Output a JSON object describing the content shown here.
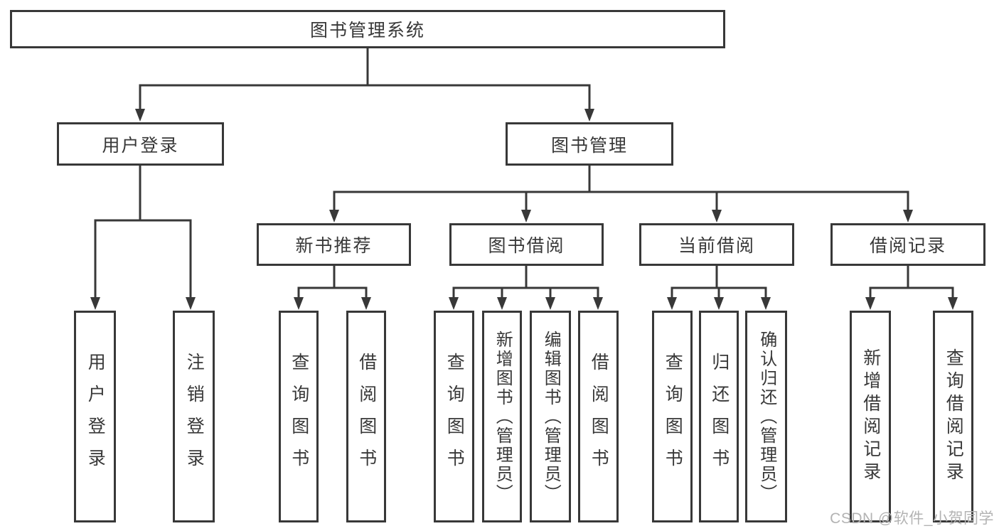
{
  "diagram_type": "hierarchy-tree",
  "colors": {
    "background": "#ffffff",
    "box_fill": "#ffffff",
    "box_border": "#383838",
    "line": "#383838",
    "text": "#383838",
    "watermark": "#b3b3b3"
  },
  "watermark": {
    "text": "CSDN @软件_小贺同学"
  },
  "tree": {
    "label": "图书管理系统",
    "children": [
      {
        "label": "用户登录",
        "children": [
          {
            "label": "用户登录"
          },
          {
            "label": "注销登录"
          }
        ]
      },
      {
        "label": "图书管理",
        "children": [
          {
            "label": "新书推荐",
            "children": [
              {
                "label": "查询图书"
              },
              {
                "label": "借阅图书"
              }
            ]
          },
          {
            "label": "图书借阅",
            "children": [
              {
                "label": "查询图书"
              },
              {
                "label": "新增图书（管理员）"
              },
              {
                "label": "编辑图书（管理员）"
              },
              {
                "label": "借阅图书"
              }
            ]
          },
          {
            "label": "当前借阅",
            "children": [
              {
                "label": "查询图书"
              },
              {
                "label": "归还图书"
              },
              {
                "label": "确认归还（管理员）"
              }
            ]
          },
          {
            "label": "借阅记录",
            "children": [
              {
                "label": "新增借阅记录"
              },
              {
                "label": "查询借阅记录"
              }
            ]
          }
        ]
      }
    ]
  }
}
